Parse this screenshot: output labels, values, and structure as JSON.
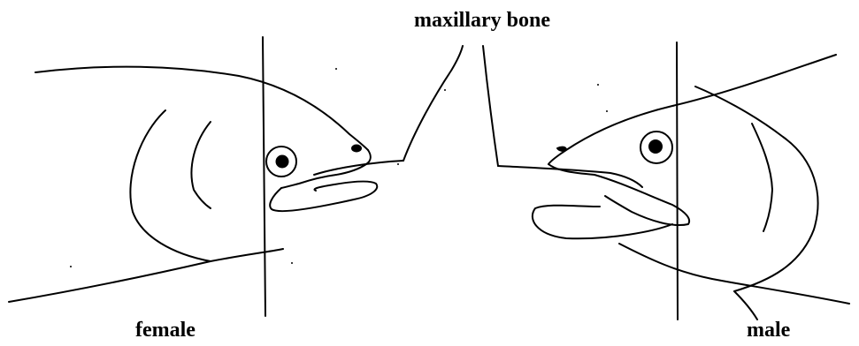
{
  "labels": {
    "maxillary_bone": "maxillary bone",
    "female": "female",
    "male": "male"
  },
  "colors": {
    "ink": "#000000",
    "background": "#ffffff"
  }
}
